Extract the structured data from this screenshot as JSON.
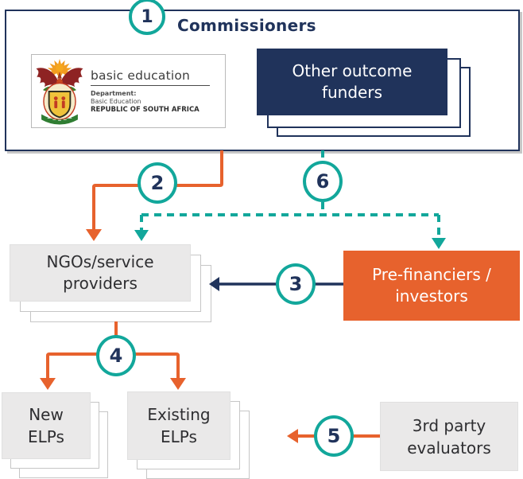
{
  "colors": {
    "navy": "#20335B",
    "teal": "#12A79B",
    "orange": "#E7622D",
    "box_gray": "#EAE9E9",
    "text_dark": "#2E2E31"
  },
  "header": {
    "title": "Commissioners"
  },
  "logo": {
    "name": "basic education",
    "dept_line1": "Department:",
    "dept_line2": "Basic Education",
    "dept_line3": "REPUBLIC OF SOUTH AFRICA"
  },
  "nodes": {
    "other_funders": {
      "line1": "Other outcome",
      "line2": "funders"
    },
    "ngos": {
      "line1": "NGOs/service",
      "line2": "providers"
    },
    "prefinanciers": {
      "line1": "Pre-financiers /",
      "line2": "investors"
    },
    "new_elps": {
      "line1": "New",
      "line2": "ELPs"
    },
    "existing_elps": {
      "line1": "Existing",
      "line2": "ELPs"
    },
    "evaluators": {
      "line1": "3rd party",
      "line2": "evaluators"
    }
  },
  "steps": {
    "s1": "1",
    "s2": "2",
    "s3": "3",
    "s4": "4",
    "s5": "5",
    "s6": "6"
  }
}
